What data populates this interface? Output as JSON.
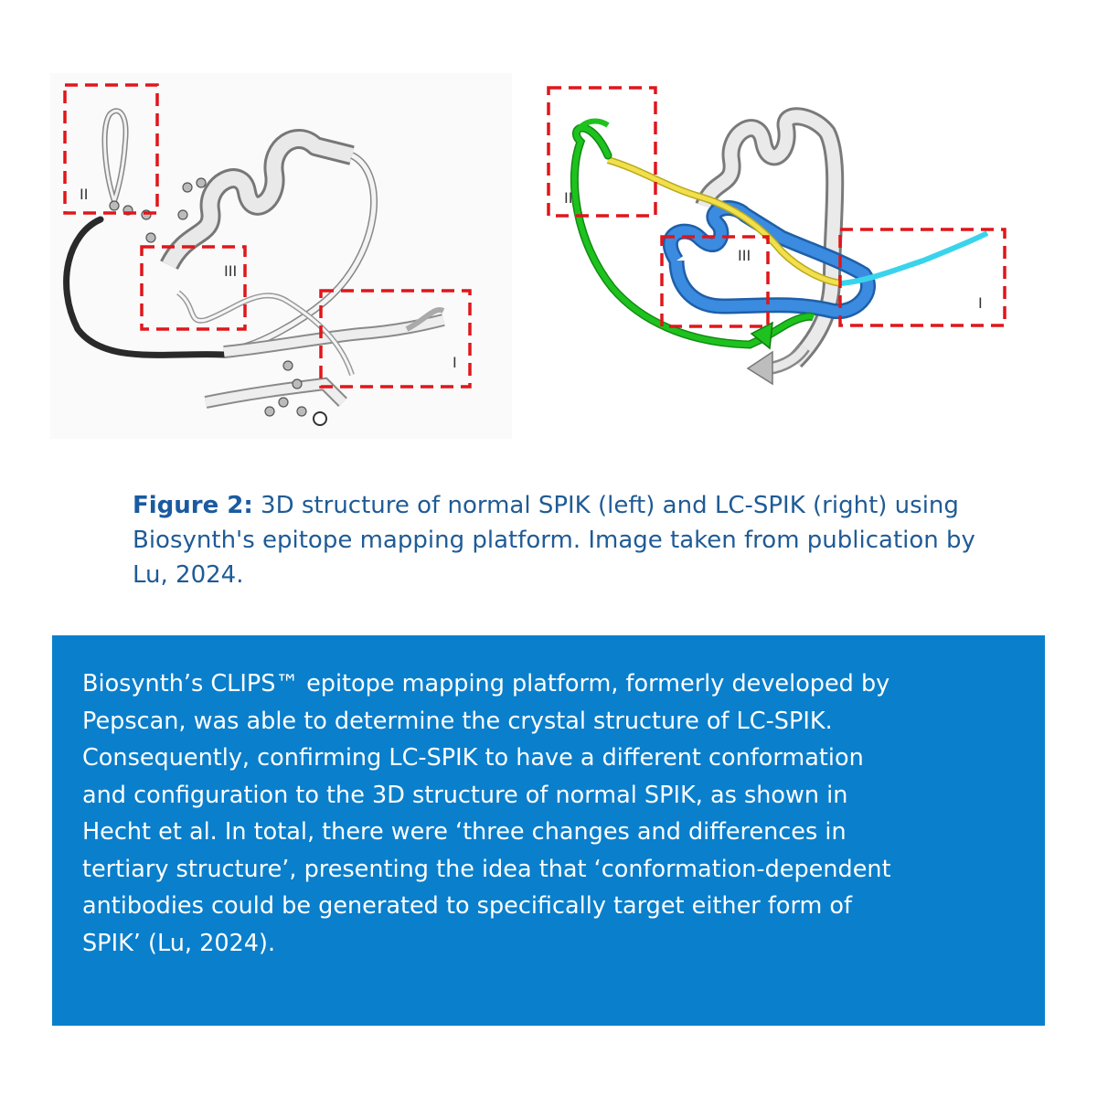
{
  "figure": {
    "left_panel": {
      "labels": [
        "II",
        "III",
        "I"
      ]
    },
    "right_panel": {
      "labels": [
        "II",
        "III",
        "I"
      ]
    },
    "colors": {
      "roi_border": "#e0161b",
      "green_chain": "#1ec21e",
      "blue_helix": "#3b8be0",
      "yellow_chain": "#f1e04c",
      "cyan_chain": "#39d4ec"
    }
  },
  "caption": {
    "label": "Figure 2:",
    "text": " 3D structure of normal SPIK (left) and LC-SPIK (right) using Biosynth's epitope mapping platform. Image taken from publication by Lu, 2024."
  },
  "info_box": {
    "background": "#0a7fcc",
    "lines": [
      "Biosynth’s CLIPS™  epitope mapping platform, formerly developed by",
      "Pepscan, was able to determine the crystal structure of LC-SPIK.",
      "Consequently, confirming LC-SPIK to have a different conformation",
      "and configuration to the 3D structure of normal SPIK, as shown in",
      "Hecht et al. In total, there were ‘three changes and differences in",
      "tertiary structure’, presenting the idea that ‘conformation-dependent",
      "antibodies could be generated to specifically target either form of",
      "SPIK’ (Lu, 2024)."
    ]
  }
}
